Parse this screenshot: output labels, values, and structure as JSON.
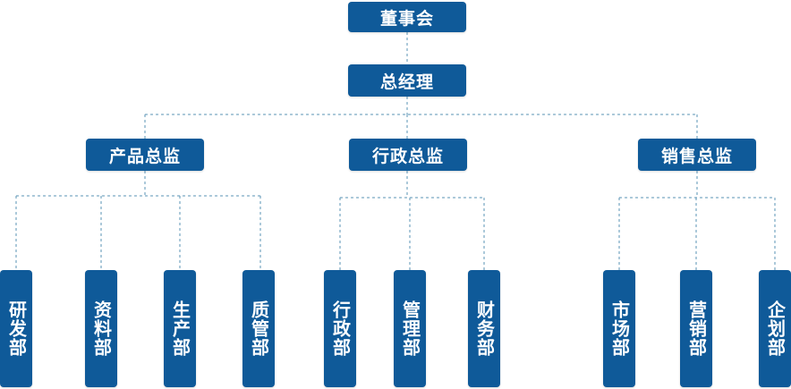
{
  "org": {
    "board": "董事会",
    "gm": "总经理",
    "directors": [
      {
        "name": "产品总监",
        "departments": [
          "研发部",
          "资料部",
          "生产部",
          "质管部"
        ]
      },
      {
        "name": "行政总监",
        "departments": [
          "行政部",
          "管理部",
          "财务部"
        ]
      },
      {
        "name": "销售总监",
        "departments": [
          "市场部",
          "营销部",
          "企划部"
        ]
      }
    ]
  },
  "colors": {
    "box": "#0f5a99",
    "text": "#ffffff",
    "connector": "#5a93b4"
  }
}
